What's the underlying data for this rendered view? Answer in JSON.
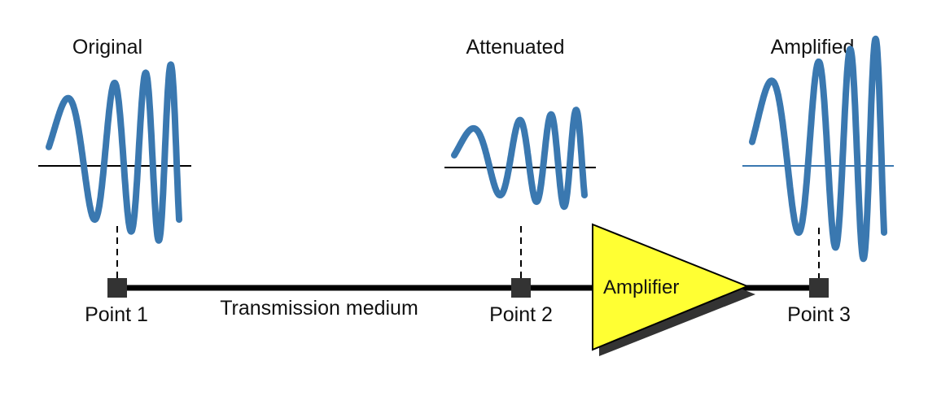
{
  "labels": {
    "original": "Original",
    "attenuated": "Attenuated",
    "amplified": "Amplified",
    "point1": "Point 1",
    "point2": "Point 2",
    "point3": "Point 3",
    "medium": "Transmission medium",
    "amplifier": "Amplifier"
  },
  "colors": {
    "wave": "#3a78b0",
    "amplifier_fill": "#ffff33",
    "amplifier_shadow": "#333333",
    "line": "#000000",
    "point_marker": "#333333"
  },
  "signals": {
    "original_amplitude": 1.0,
    "attenuated_amplitude": 0.55,
    "amplified_amplitude": 1.25
  }
}
